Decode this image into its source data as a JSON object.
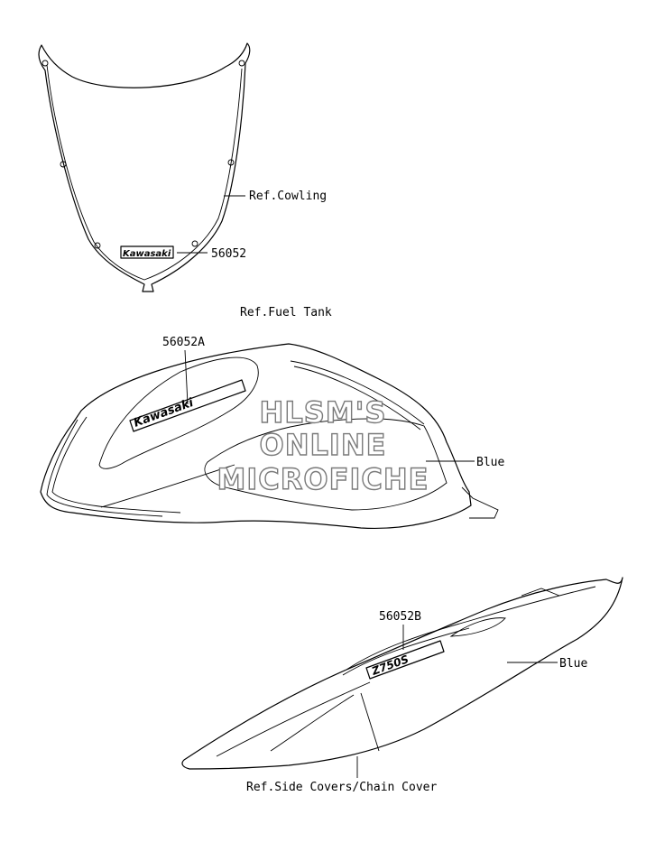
{
  "labels": {
    "ref_cowling": "Ref.Cowling",
    "part_56052": "56052",
    "ref_fuel_tank": "Ref.Fuel Tank",
    "part_56052A": "56052A",
    "blue_tank": "Blue",
    "part_56052B": "56052B",
    "blue_side": "Blue",
    "ref_side_covers": "Ref.Side Covers/Chain Cover"
  },
  "watermark": {
    "line1": "HLSM'S",
    "line2": "ONLINE",
    "line3": "MICROFICHE"
  },
  "decals": {
    "windshield_logo": "Kawasaki",
    "tank_logo": "Kawasaki",
    "side_logo": "Z750S"
  }
}
